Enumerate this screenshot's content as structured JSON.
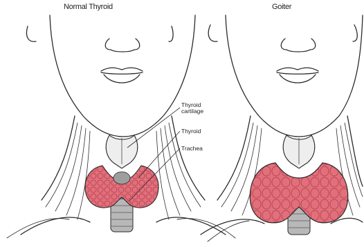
{
  "panels": {
    "left": {
      "title": "Normal Thyroid"
    },
    "right": {
      "title": "Goiter"
    }
  },
  "labels": {
    "thyroid_cartilage_line1": "Thyroid",
    "thyroid_cartilage_line2": "cartilage",
    "thyroid": "Thyroid",
    "trachea": "Trachea"
  },
  "colors": {
    "line": "#2a2a2a",
    "gland_fill": "#e2707a",
    "gland_dark": "#c44f5c",
    "trachea_fill": "#b8b8b8",
    "cartilage_fill": "#eeeeee"
  }
}
